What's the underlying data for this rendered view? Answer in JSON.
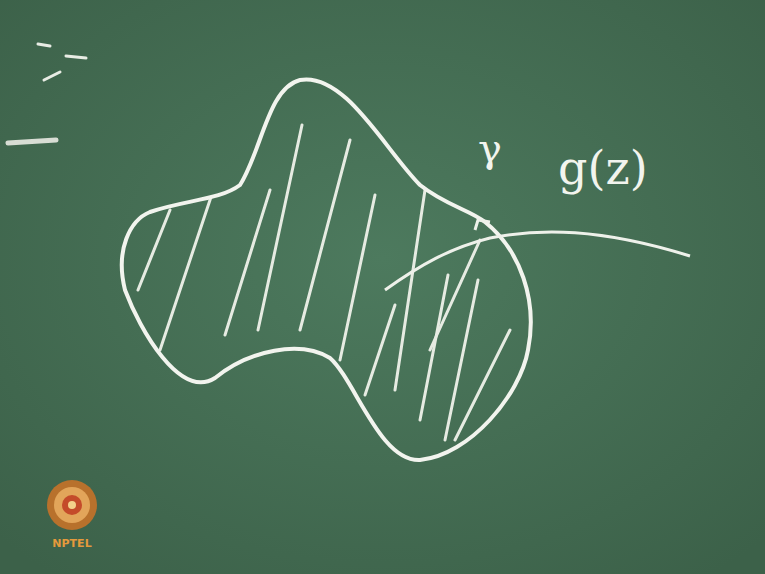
{
  "diagram": {
    "labels": [
      "γ",
      "g(z)",
      "NPTEL"
    ]
  }
}
